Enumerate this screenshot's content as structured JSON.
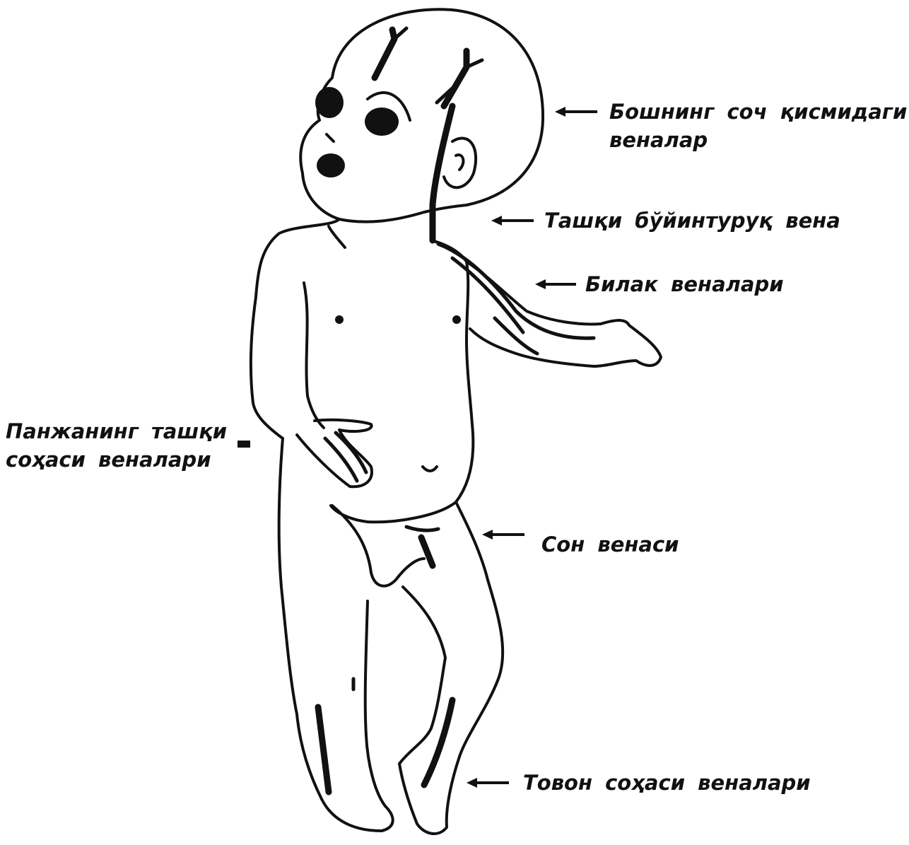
{
  "labels": {
    "scalp_veins": {
      "line1": "Бошнинг соч қисмидаги",
      "line2": "веналар"
    },
    "external_jugular": "Ташқи бўйинтуруқ вена",
    "forearm_veins": "Билак веналари",
    "hand_dorsum_veins": {
      "line1": "Панжанинг ташқи",
      "line2": "соҳаси веналари"
    },
    "femoral_vein": "Сон венаси",
    "heel_veins": "Товон соҳаси веналари"
  }
}
